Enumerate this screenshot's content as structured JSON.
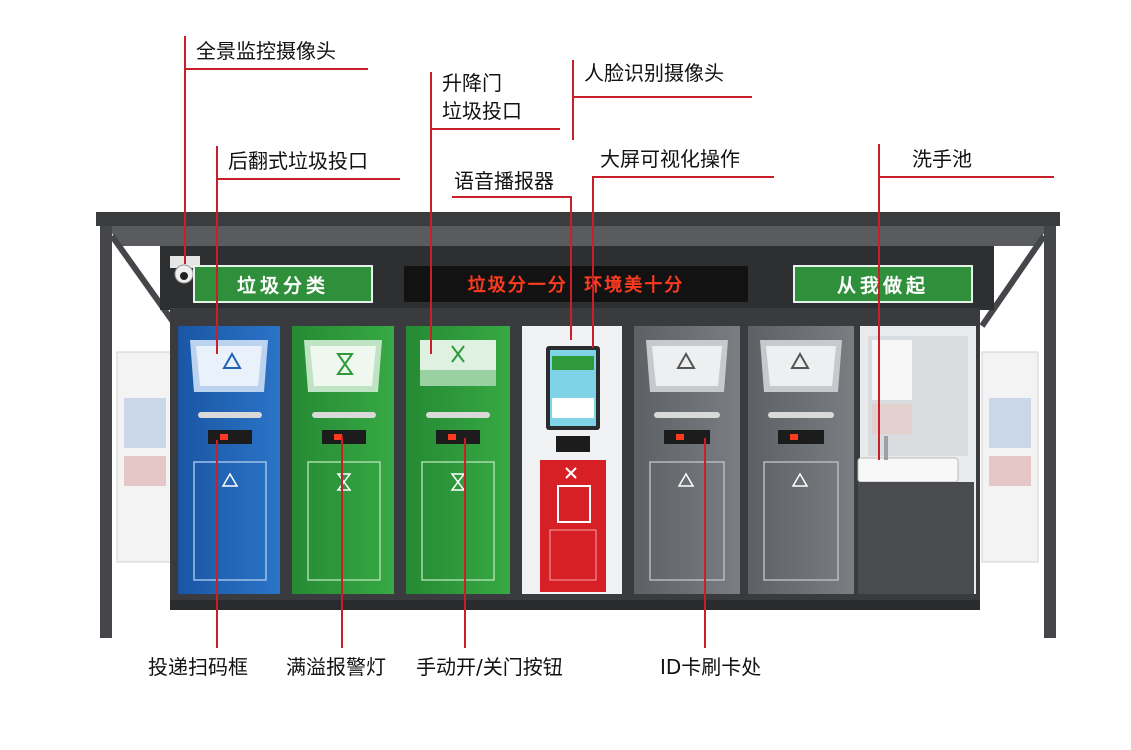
{
  "banners": {
    "left": "垃圾分类",
    "center": "垃圾分一分  环境美十分",
    "right": "从我做起"
  },
  "callouts": {
    "panorama_camera": "全景监控摄像头",
    "rear_flip_inlet": "后翻式垃圾投口",
    "lift_door_inlet_line1": "升降门",
    "lift_door_inlet_line2": "垃圾投口",
    "voice_broadcaster": "语音播报器",
    "face_camera": "人脸识别摄像头",
    "big_screen": "大屏可视化操作",
    "hand_sink": "洗手池",
    "scan_frame": "投递扫码框",
    "overflow_alarm": "满溢报警灯",
    "manual_door_button": "手动开/关门按钮",
    "id_card_reader": "ID卡刷卡处"
  },
  "colors": {
    "leader": "#c8202a",
    "recyclable_bin": "#1f63b5",
    "kitchen_bin": "#2f9a3b",
    "hazardous_bin": "#d71f26",
    "other_bin": "#6c6f73",
    "roof": "#3b3c3e",
    "banner_green": "#2f8f3a",
    "led_red": "#ff3b1f"
  },
  "icons": {
    "camera": "security-camera-icon",
    "recycle": "recycle-icon",
    "hourglass": "hourglass-icon",
    "sink": "sink-icon",
    "screen": "touch-screen-icon"
  }
}
